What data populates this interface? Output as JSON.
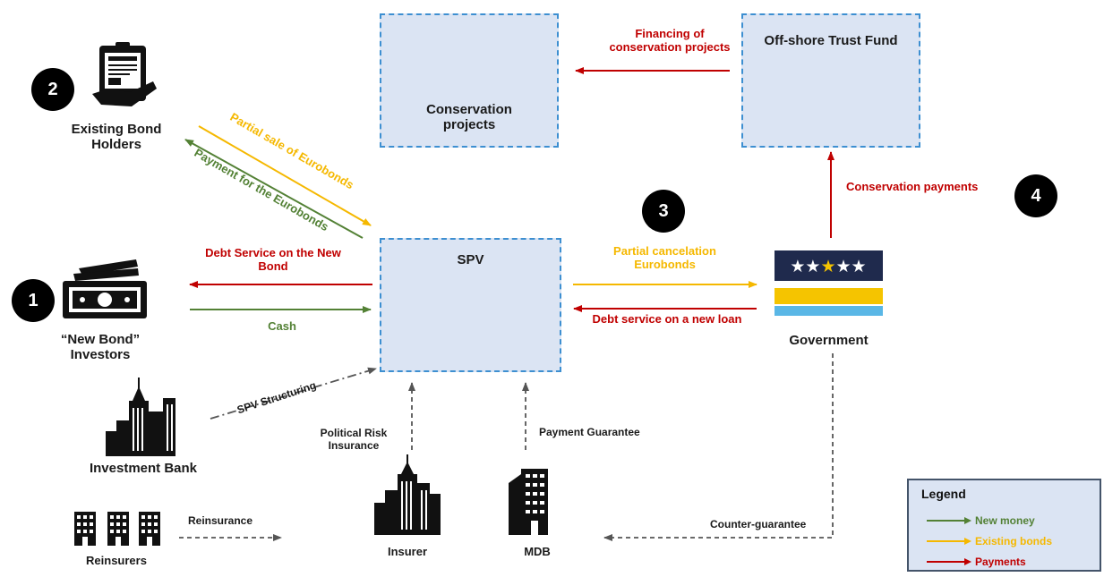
{
  "steps": [
    "1",
    "2",
    "3",
    "4"
  ],
  "nodes": {
    "conservation_projects": "Conservation projects",
    "trust_fund": "Off-shore Trust Fund",
    "existing_holders": "Existing Bond Holders",
    "new_investors": "“New Bond” Investors",
    "spv": "SPV",
    "government": "Government",
    "investment_bank": "Investment Bank",
    "insurer": "Insurer",
    "mdb": "MDB",
    "reinsurers": "Reinsurers"
  },
  "flows": {
    "financing": "Financing of conservation projects",
    "conservation_payments": "Conservation payments",
    "partial_sale": "Partial sale of Eurobonds",
    "payment_eurobonds": "Payment for the Eurobonds",
    "debt_service_new_bond": "Debt Service on the New Bond",
    "cash": "Cash",
    "partial_cancel": "Partial cancelation Eurobonds",
    "debt_service_loan": "Debt service on a new loan",
    "spv_structuring": "SPV Structuring",
    "political_risk": "Political Risk Insurance",
    "payment_guarantee": "Payment Guarantee",
    "reinsurance": "Reinsurance",
    "counter_guarantee": "Counter-guarantee"
  },
  "legend": {
    "title": "Legend",
    "items": [
      {
        "label": "New money",
        "color": "#538135"
      },
      {
        "label": "Existing bonds",
        "color": "#f5b800"
      },
      {
        "label": "Payments",
        "color": "#c00000"
      }
    ]
  },
  "colors": {
    "green": "#538135",
    "yellow": "#f5b800",
    "red": "#c00000",
    "box_fill": "#dbe4f3",
    "box_border": "#3d8fd1",
    "flag_navy": "#1f2a4d",
    "flag_blue": "#5ab7e6"
  }
}
